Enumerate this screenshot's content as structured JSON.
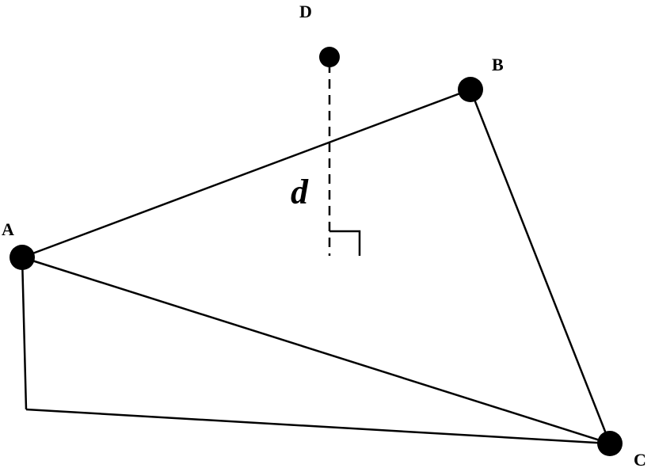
{
  "points": {
    "A": {
      "label": "A"
    },
    "B": {
      "label": "B"
    },
    "C": {
      "label": "C"
    },
    "D": {
      "label": "D"
    }
  },
  "distance_label": "d",
  "colors": {
    "stroke": "#000000",
    "background": "#ffffff"
  }
}
